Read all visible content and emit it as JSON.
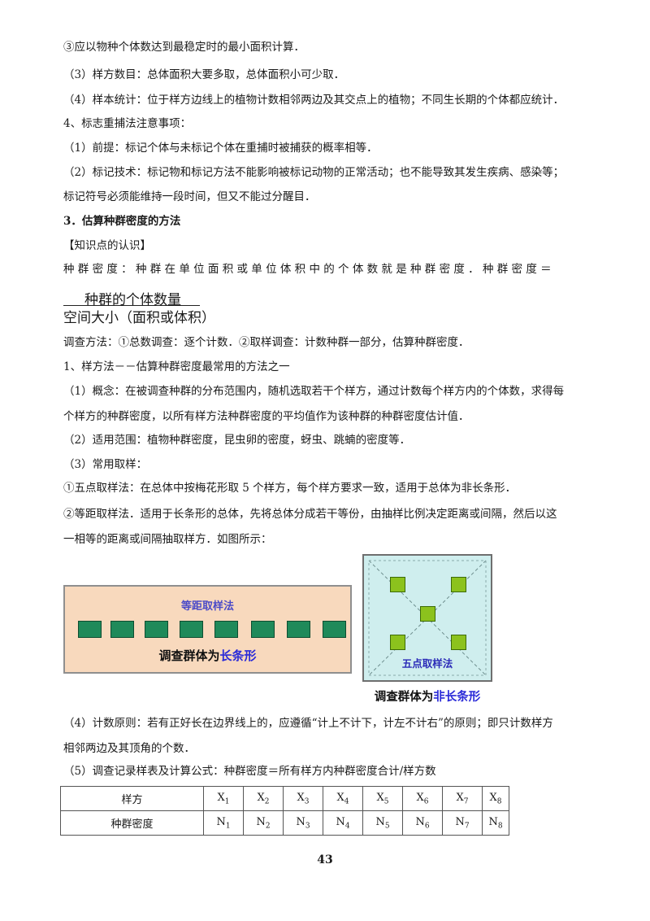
{
  "lines": {
    "l1": "③应以物种个体数达到最稳定时的最小面积计算．",
    "l2": "（3）样方数目：总体面积大要多取，总体面积小可少取．",
    "l3": "（4）样本统计：位于样方边线上的植物计数相邻两边及其交点上的植物；不同生长期的个体都应统计．",
    "l4": "4、标志重捕法注意事项：",
    "l5": "（1）前提：标记个体与未标记个体在重捕时被捕获的概率相等．",
    "l6": "（2）标记技术：标记物和标记方法不能影响被标记动物的正常活动；也不能导致其发生疾病、感染等；",
    "l7": "标记符号必须能维持一段时间，但又不能过分醒目．",
    "heading": "3．估算种群密度的方法",
    "knowledge": "【知识点的认识】",
    "definition": "种 群 密 度 ： 种 群 在 单 位 面 积 或 单 位 体 积 中 的 个 体 数 就 是 种 群 密 度 ． 种 群 密 度 ＝",
    "frac_numerator": "种群的个体数量",
    "frac_denominator": "空间大小（面积或体积）",
    "method": "调查方法：①总数调查：逐个计数．②取样调查：计数种群一部分，估算种群密度．",
    "l8": "1、样方法－－估算种群密度最常用的方法之一",
    "l9": "（1）概念：在被调查种群的分布范围内，随机选取若干个样方，通过计数每个样方内的个体数，求得每",
    "l10": "个样方的种群密度，以所有样方法种群密度的平均值作为该种群的种群密度估计值．",
    "l11": "（2）适用范围：植物种群密度，昆虫卵的密度，蚜虫、跳蝻的密度等．",
    "l12": "（3）常用取样：",
    "l13": "①五点取样法：在总体中按梅花形取 5 个样方，每个样方要求一致，适用于总体为非长条形．",
    "l14": "②等距取样法．适用于长条形的总体，先将总体分成若干等份，由抽样比例决定距离或间隔，然后以这",
    "l15": "一相等的距离或间隔抽取样方．如图所示：",
    "l16": "（4）计数原则：若有正好长在边界线上的，应遵循“计上不计下，计左不计右”的原则；即只计数样方",
    "l17": "相邻两边及其顶角的个数．",
    "l18": "（5）调查记录样表及计算公式：种群密度＝所有样方内种群密度合计/样方数"
  },
  "equal_diagram": {
    "title": "等距取样法",
    "caption_prefix": "调查群体为",
    "caption_highlight": "长条形"
  },
  "five_diagram": {
    "label": "五点取样法",
    "caption_prefix": "调查群体为",
    "caption_highlight": "非长条形"
  },
  "table": {
    "row1_label": "样方",
    "row2_label": "种群密度",
    "x_letter": "X",
    "n_letter": "N",
    "subs": [
      "1",
      "2",
      "3",
      "4",
      "5",
      "6",
      "7",
      "8"
    ]
  },
  "page_number": "43"
}
